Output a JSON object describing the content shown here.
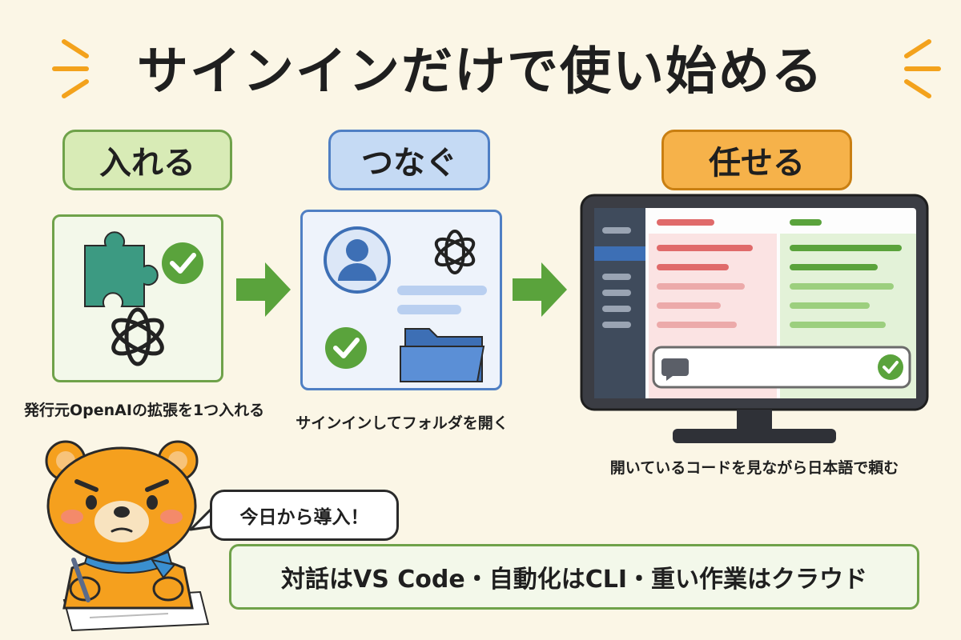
{
  "title": "サインインだけで使い始める",
  "steps": [
    {
      "label": "入れる",
      "caption": "発行元OpenAIの拡張を1つ入れる",
      "color": "#d8ebb6",
      "border": "#6fa24a"
    },
    {
      "label": "つなぐ",
      "caption": "サインインしてフォルダを開く",
      "color": "#c5daf4",
      "border": "#4f7fc4"
    },
    {
      "label": "任せる",
      "caption": "開いているコードを見ながら日本語で頼む",
      "color": "#f6b24a",
      "border": "#c97f12"
    }
  ],
  "bubble": "今日から導入！",
  "summary": "対話はVS Code・自動化はCLI・重い作業はクラウド",
  "colors": {
    "accent_green": "#5aa33c",
    "accent_blue": "#3d6fb5",
    "bear": "#f5a01e"
  }
}
